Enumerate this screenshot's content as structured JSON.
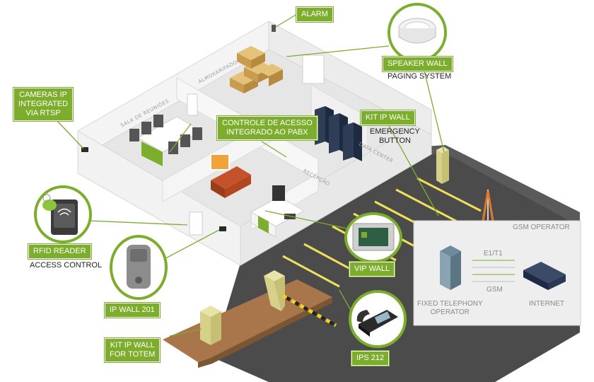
{
  "labels": {
    "alarm": "ALARM",
    "speaker_wall": "SPEAKER WALL",
    "paging_system": "PAGING SYSTEM",
    "cameras_ip": "CAMERAS IP",
    "integrated": "INTEGRATED",
    "via_rtsp": "VIA RTSP",
    "controle_line1": "CONTROLE DE ACESSO",
    "controle_line2": "INTEGRADO AO PABX",
    "kit_ip_wall": "KIT IP WALL",
    "emergency": "EMERGENCY",
    "button": "BUTTON",
    "rfid_reader": "RFID READER",
    "access_control": "ACCESS CONTROL",
    "vip_wall": "VIP WALL",
    "ip_wall_201": "IP WALL 201",
    "kit_totem_line1": "KIT IP WALL",
    "kit_totem_line2": "FOR TOTEM",
    "ips_212": "IPS 212",
    "gsm_operator": "GSM OPERATOR",
    "e1_t1": "E1/T1",
    "gsm": "GSM",
    "fixed_line1": "FIXED TELEPHONY",
    "fixed_line2": "OPERATOR",
    "internet": "INTERNET"
  },
  "rooms": {
    "almoxarifado": "ALMOXARIFADO",
    "sala_reunioes": "SALA DE REUNIÕES",
    "data_center": "DATA CENTER",
    "recepcao": "RECEPÇÃO"
  },
  "colors": {
    "accent": "#7dad2c",
    "wall": "#efefef",
    "wall_shadow": "#dcdcdc",
    "road": "#4b4b4b",
    "wood": "#a8764a"
  }
}
